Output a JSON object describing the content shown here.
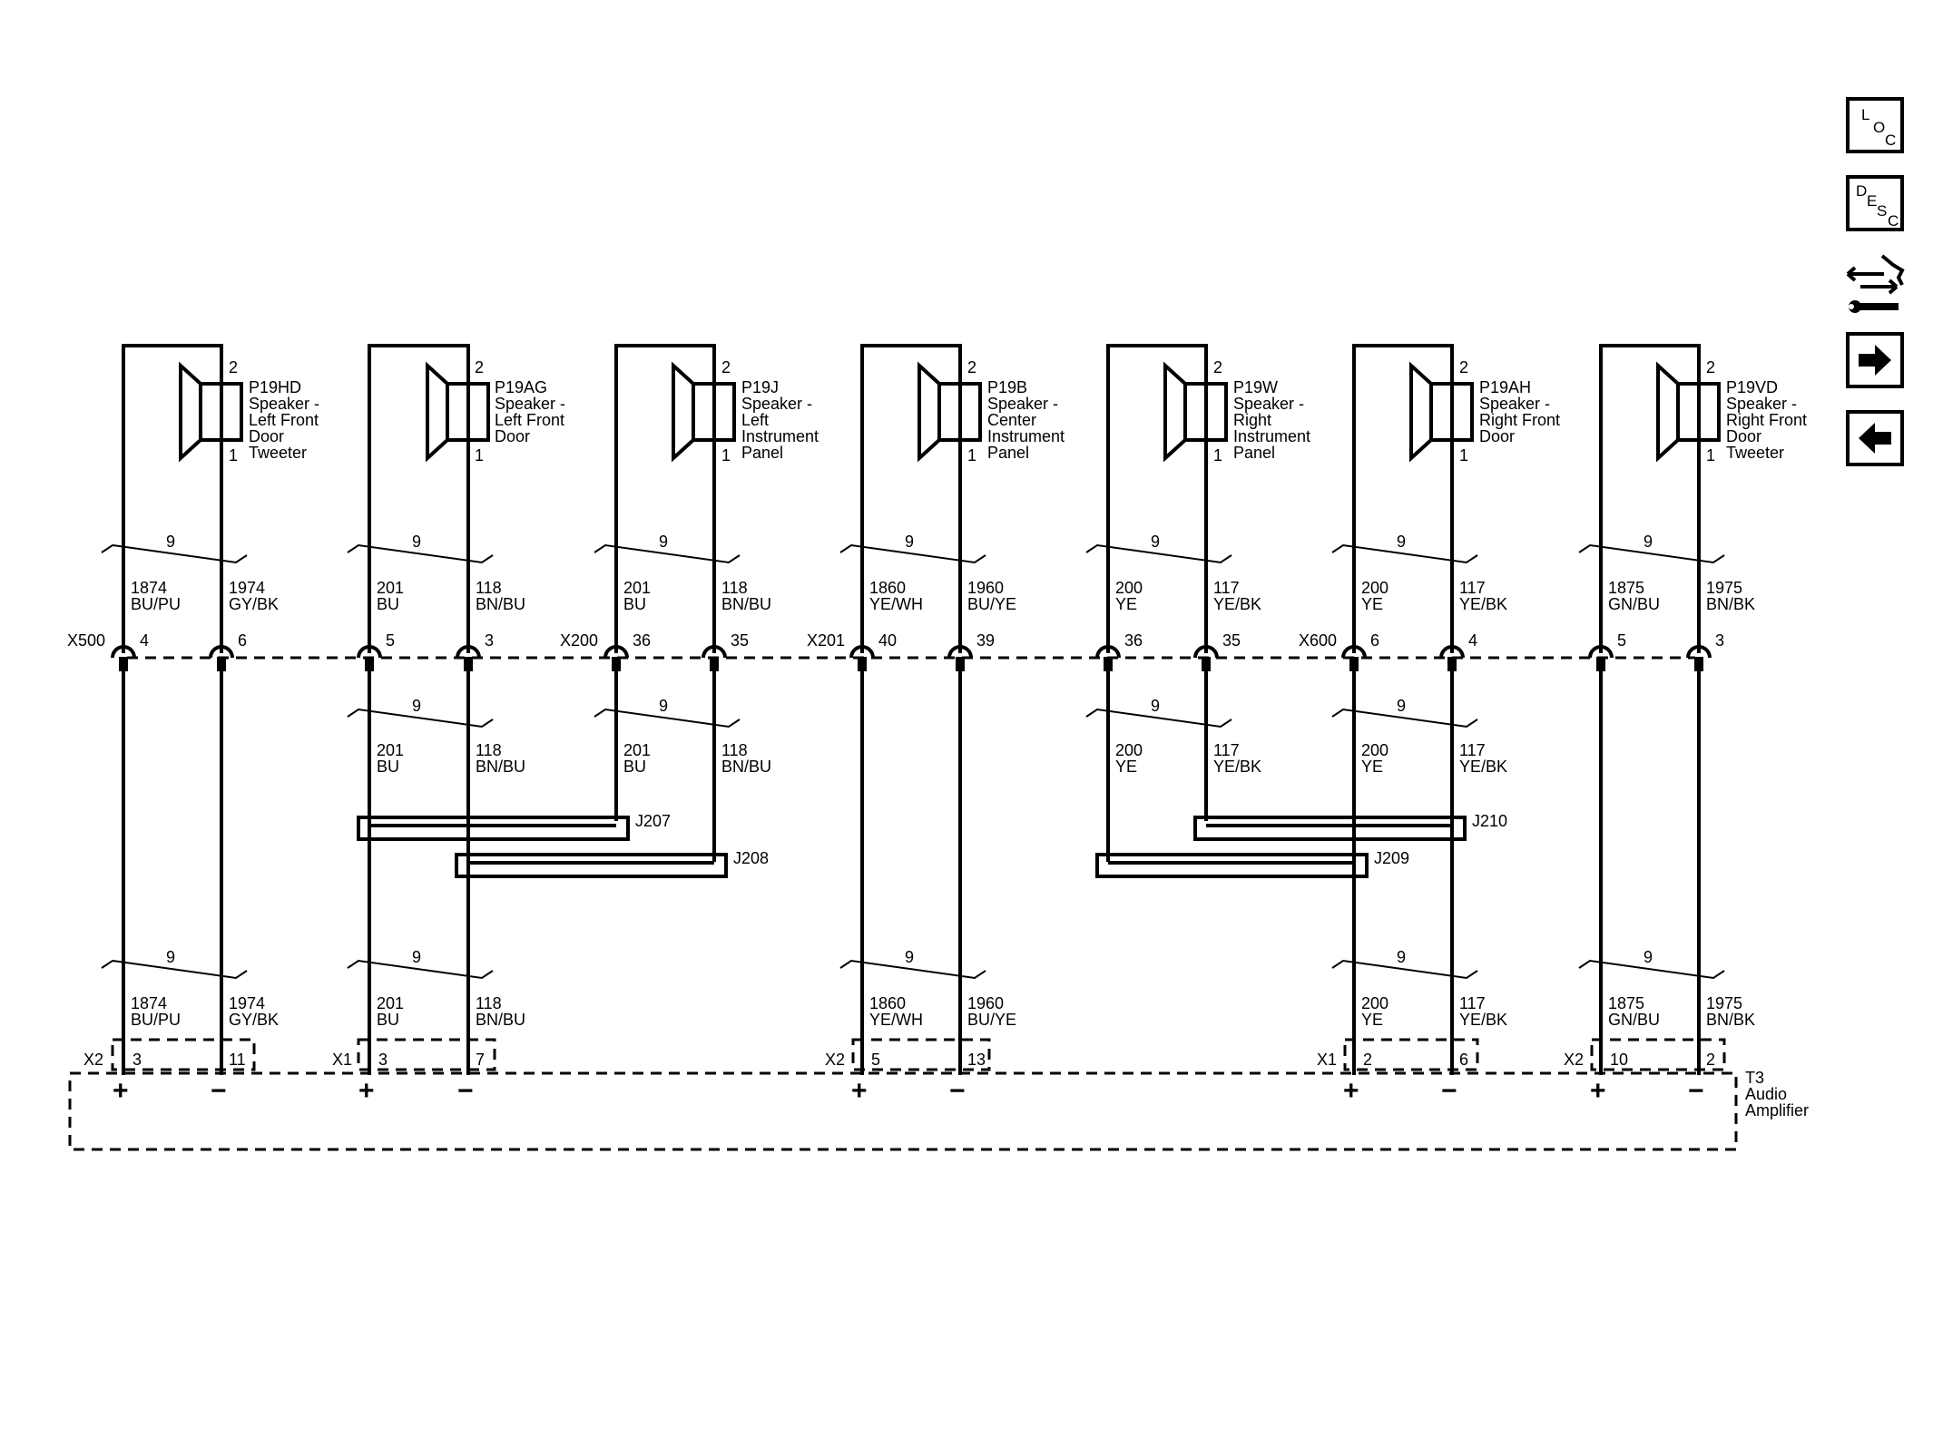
{
  "speakers": [
    {
      "id": "P19HD",
      "lines": [
        "Speaker -",
        "Left Front",
        "Door",
        "Tweeter"
      ],
      "pin_top": "2",
      "pin_bottom": "1"
    },
    {
      "id": "P19AG",
      "lines": [
        "Speaker -",
        "Left Front",
        "Door"
      ],
      "pin_top": "2",
      "pin_bottom": "1"
    },
    {
      "id": "P19J",
      "lines": [
        "Speaker -",
        "Left",
        "Instrument",
        "Panel"
      ],
      "pin_top": "2",
      "pin_bottom": "1"
    },
    {
      "id": "P19B",
      "lines": [
        "Speaker -",
        "Center",
        "Instrument",
        "Panel"
      ],
      "pin_top": "2",
      "pin_bottom": "1"
    },
    {
      "id": "P19W",
      "lines": [
        "Speaker -",
        "Right",
        "Instrument",
        "Panel"
      ],
      "pin_top": "2",
      "pin_bottom": "1"
    },
    {
      "id": "P19AH",
      "lines": [
        "Speaker -",
        "Right Front",
        "Door"
      ],
      "pin_top": "2",
      "pin_bottom": "1"
    },
    {
      "id": "P19VD",
      "lines": [
        "Speaker -",
        "Right Front",
        "Door",
        "Tweeter"
      ],
      "pin_top": "2",
      "pin_bottom": "1"
    }
  ],
  "twist_label": "9",
  "upper_wires": [
    [
      "1874",
      "BU/PU"
    ],
    [
      "1974",
      "GY/BK"
    ],
    [
      "201",
      "BU"
    ],
    [
      "118",
      "BN/BU"
    ],
    [
      "201",
      "BU"
    ],
    [
      "118",
      "BN/BU"
    ],
    [
      "1860",
      "YE/WH"
    ],
    [
      "1960",
      "BU/YE"
    ],
    [
      "200",
      "YE"
    ],
    [
      "117",
      "YE/BK"
    ],
    [
      "200",
      "YE"
    ],
    [
      "117",
      "YE/BK"
    ],
    [
      "1875",
      "GN/BU"
    ],
    [
      "1975",
      "BN/BK"
    ]
  ],
  "inline_connectors": [
    {
      "name": "X500",
      "pins": [
        "4",
        "6",
        "5",
        "3"
      ]
    },
    {
      "name": "X200",
      "pins": [
        "36",
        "35"
      ]
    },
    {
      "name": "X201",
      "pins": [
        "40",
        "39",
        "36",
        "35"
      ]
    },
    {
      "name": "X600",
      "pins": [
        "6",
        "4",
        "5",
        "3"
      ]
    }
  ],
  "middle_wires": [
    [
      "201",
      "BU"
    ],
    [
      "118",
      "BN/BU"
    ],
    [
      "201",
      "BU"
    ],
    [
      "118",
      "BN/BU"
    ],
    [
      "200",
      "YE"
    ],
    [
      "117",
      "YE/BK"
    ],
    [
      "200",
      "YE"
    ],
    [
      "117",
      "YE/BK"
    ]
  ],
  "splices": [
    "J207",
    "J208",
    "J209",
    "J210"
  ],
  "lower_wires": [
    [
      "1874",
      "BU/PU"
    ],
    [
      "1974",
      "GY/BK"
    ],
    [
      "201",
      "BU"
    ],
    [
      "118",
      "BN/BU"
    ],
    [
      "1860",
      "YE/WH"
    ],
    [
      "1960",
      "BU/YE"
    ],
    [
      "200",
      "YE"
    ],
    [
      "117",
      "YE/BK"
    ],
    [
      "1875",
      "GN/BU"
    ],
    [
      "1975",
      "BN/BK"
    ]
  ],
  "amp_connectors": [
    {
      "name": "X2",
      "pins": [
        "3",
        "11"
      ]
    },
    {
      "name": "X1",
      "pins": [
        "3",
        "7"
      ]
    },
    {
      "name": "X2",
      "pins": [
        "5",
        "13"
      ]
    },
    {
      "name": "X1",
      "pins": [
        "2",
        "6"
      ]
    },
    {
      "name": "X2",
      "pins": [
        "10",
        "2"
      ]
    }
  ],
  "polarity": [
    "+",
    "−"
  ],
  "module": {
    "id": "T3",
    "lines": [
      "Audio",
      "Amplifier"
    ]
  },
  "nav": {
    "loc": [
      "L",
      "O",
      "C"
    ],
    "desc": [
      "D",
      "E",
      "S",
      "C"
    ]
  }
}
